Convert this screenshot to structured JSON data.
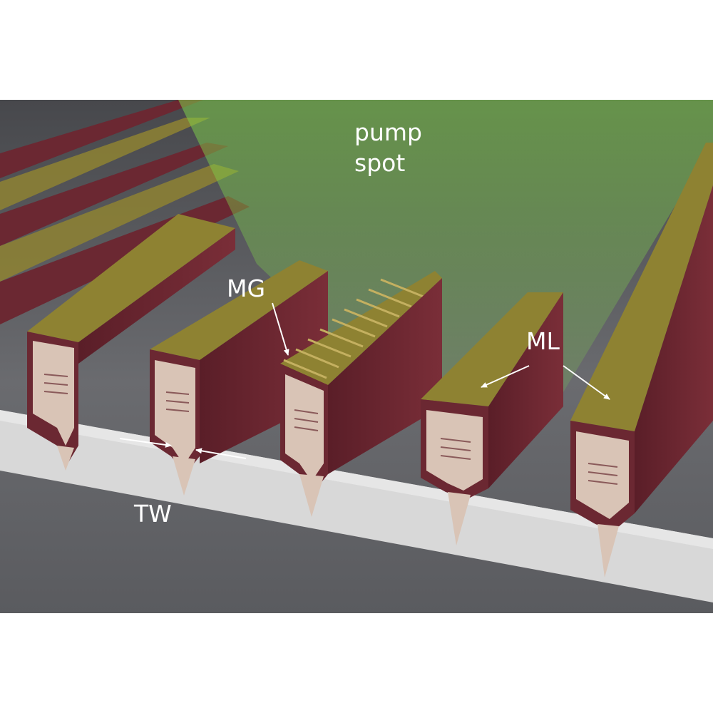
{
  "labels": {
    "pump_spot_line1": "pump",
    "pump_spot_line2": "spot",
    "mg": "MG",
    "ml": "ML",
    "tw": "TW"
  },
  "colors": {
    "background": "#ffffff",
    "scene_bg": "#5b5c60",
    "substrate_top": "#dedede",
    "substrate_front": "#d2d2d2",
    "ridge_side": "#6b2832",
    "ridge_top": "#8e8232",
    "ridge_top_edge": "#b3a144",
    "core": "#d9c4b6",
    "core_lines": "#8a5a5a",
    "pump_light": "#7fd04a",
    "label_text": "#ffffff",
    "arrow": "#ffffff"
  }
}
